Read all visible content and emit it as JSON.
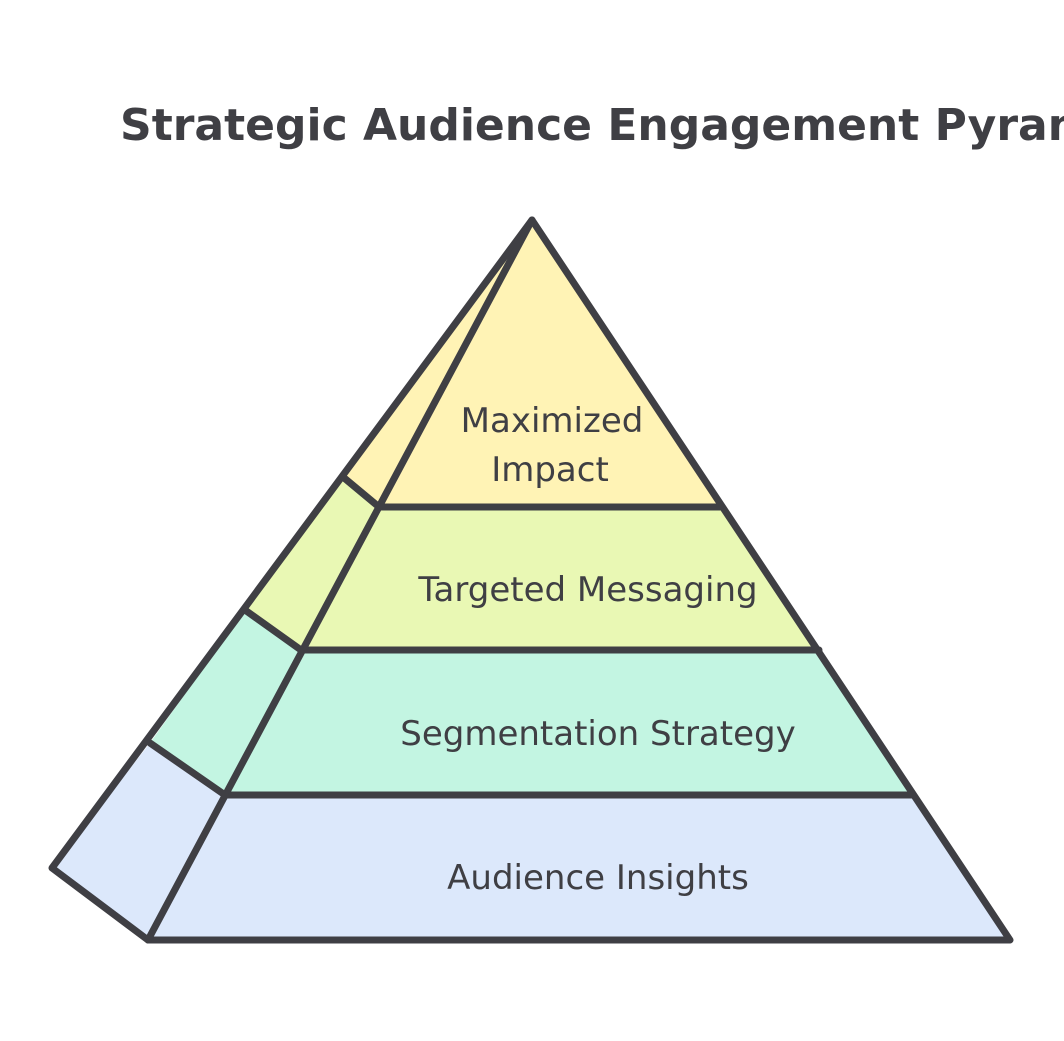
{
  "title": "Strategic Audience Engagement Pyramid",
  "layers": [
    {
      "label_lines": [
        "Maximized",
        "Impact"
      ],
      "fill": "#fff3b5"
    },
    {
      "label_lines": [
        "Targeted Messaging"
      ],
      "fill": "#e9f8b4"
    },
    {
      "label_lines": [
        "Segmentation Strategy"
      ],
      "fill": "#c3f5e2"
    },
    {
      "label_lines": [
        "Audience Insights"
      ],
      "fill": "#dce8fb"
    }
  ],
  "colors": {
    "outline": "#3f3f44",
    "text": "#3f3f44",
    "background": "#ffffff"
  }
}
